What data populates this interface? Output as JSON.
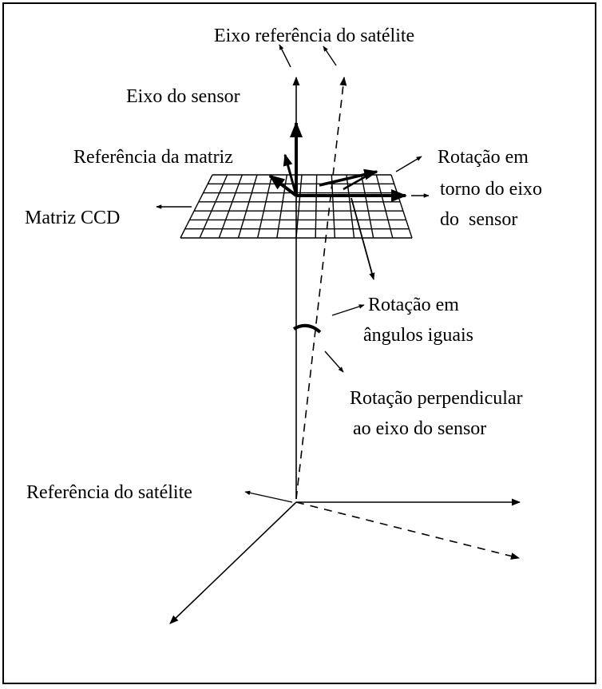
{
  "labels": {
    "satellite_reference_axis": "Eixo referência do satélite",
    "sensor_axis": "Eixo do sensor",
    "matrix_reference": "Referência da matriz",
    "ccd_matrix": "Matriz CCD",
    "rotation_around_sensor_axis": [
      "Rotação em",
      "torno do eixo",
      "do  sensor"
    ],
    "rotation_equal_angles": [
      "Rotação em",
      "ângulos iguais"
    ],
    "rotation_perpendicular": [
      "Rotação perpendicular",
      "ao eixo do sensor"
    ],
    "satellite_reference": "Referência do satélite"
  },
  "colors": {
    "ink": "#000000",
    "background": "#ffffff"
  }
}
